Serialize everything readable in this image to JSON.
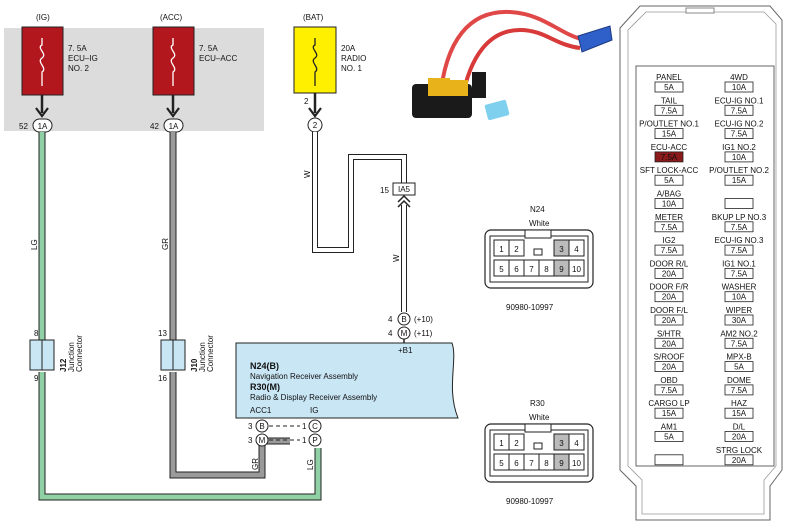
{
  "fuses": {
    "ig": {
      "supply": "(IG)",
      "rating": "7. 5A",
      "name_line1": "ECU–IG",
      "name_line2": "NO. 2",
      "pin": "52",
      "connector": "1A"
    },
    "acc": {
      "supply": "(ACC)",
      "rating": "7. 5A",
      "name_line1": "ECU–ACC",
      "pin": "42",
      "connector": "1A"
    },
    "bat": {
      "supply": "(BAT)",
      "rating": "20A",
      "name_line1": "RADIO",
      "name_line2": "NO. 1",
      "pin": "2",
      "connector": "2"
    }
  },
  "wires": {
    "lg": "LG",
    "gr": "GR",
    "w": "W"
  },
  "junctions": {
    "j12": {
      "id": "J12",
      "label1": "Junction",
      "label2": "Connector",
      "pin_top": "8",
      "pin_bottom": "9"
    },
    "j10": {
      "id": "J10",
      "label1": "Junction",
      "label2": "Connector",
      "pin_top": "13",
      "pin_bottom": "16"
    }
  },
  "inline_connector": {
    "pin": "15",
    "label": "IA5"
  },
  "receiver": {
    "n24_title": "N24(B)",
    "n24_desc": "Navigation Receiver Assembly",
    "r30_title": "R30(M)",
    "r30_desc": "Radio & Display Receiver Assembly",
    "supply_label": "+B1",
    "acc1_label": "ACC1",
    "ig_label": "IG",
    "top_pins": [
      {
        "num": "4",
        "conn": "B",
        "note": "(+10)"
      },
      {
        "num": "4",
        "conn": "M",
        "note": "(+11)"
      }
    ],
    "bottom_pins": [
      {
        "num": "3",
        "conn": "B",
        "right_num": "1",
        "right_conn": "C"
      },
      {
        "num": "3",
        "conn": "M",
        "right_num": "1",
        "right_conn": "P"
      }
    ]
  },
  "connector_n24": {
    "title": "N24",
    "color": "White",
    "part_number": "90980-10997",
    "row1": [
      "1",
      "2",
      "",
      "3",
      "4"
    ],
    "row2": [
      "5",
      "6",
      "7",
      "8",
      "9",
      "10"
    ]
  },
  "connector_r30": {
    "title": "R30",
    "color": "White",
    "part_number": "90980-10997",
    "row1": [
      "1",
      "2",
      "",
      "3",
      "4"
    ],
    "row2": [
      "5",
      "6",
      "7",
      "8",
      "9",
      "10"
    ]
  },
  "fuse_panel": {
    "left": [
      {
        "name": "PANEL",
        "rating": "5A"
      },
      {
        "name": "TAIL",
        "rating": "7.5A"
      },
      {
        "name": "P/OUTLET NO.1",
        "rating": "15A"
      },
      {
        "name": "ECU-ACC",
        "rating": "7.5A",
        "highlight": true
      },
      {
        "name": "SFT LOCK-ACC",
        "rating": "5A"
      },
      {
        "name": "A/BAG",
        "rating": "10A"
      },
      {
        "name": "METER",
        "rating": "7.5A"
      },
      {
        "name": "IG2",
        "rating": "7.5A"
      },
      {
        "name": "DOOR R/L",
        "rating": "20A"
      },
      {
        "name": "DOOR F/R",
        "rating": "20A"
      },
      {
        "name": "DOOR F/L",
        "rating": "20A"
      },
      {
        "name": "S/HTR",
        "rating": "20A"
      },
      {
        "name": "S/ROOF",
        "rating": "20A"
      },
      {
        "name": "OBD",
        "rating": "7.5A"
      },
      {
        "name": "CARGO LP",
        "rating": "15A"
      },
      {
        "name": "AM1",
        "rating": "5A"
      },
      {
        "name": "",
        "rating": ""
      }
    ],
    "right": [
      {
        "name": "4WD",
        "rating": "10A"
      },
      {
        "name": "ECU-IG NO.1",
        "rating": "7.5A"
      },
      {
        "name": "ECU-IG NO.2",
        "rating": "7.5A"
      },
      {
        "name": "IG1 NO.2",
        "rating": "10A"
      },
      {
        "name": "P/OUTLET NO.2",
        "rating": "15A"
      },
      {
        "name": "",
        "rating": ""
      },
      {
        "name": "BKUP LP NO.3",
        "rating": "7.5A"
      },
      {
        "name": "ECU-IG NO.3",
        "rating": "7.5A"
      },
      {
        "name": "IG1 NO.1",
        "rating": "7.5A"
      },
      {
        "name": "WASHER",
        "rating": "10A"
      },
      {
        "name": "WIPER",
        "rating": "30A"
      },
      {
        "name": "AM2 NO.2",
        "rating": "7.5A"
      },
      {
        "name": "MPX-B",
        "rating": "5A"
      },
      {
        "name": "DOME",
        "rating": "7.5A"
      },
      {
        "name": "HAZ",
        "rating": "15A"
      },
      {
        "name": "D/L",
        "rating": "20A"
      },
      {
        "name": "STRG LOCK",
        "rating": "20A"
      }
    ]
  },
  "colors": {
    "lg_wire": "#8fd1a4",
    "gr_wire": "#9a9a9a",
    "w_wire": "#ffffff",
    "fuse_red": "#b2171d",
    "fuse_yellow": "#fff000",
    "receiver_fill": "#c9e6f5",
    "fuse_box_bg": "#dcdcdc",
    "highlight": "#8b1a1a"
  }
}
